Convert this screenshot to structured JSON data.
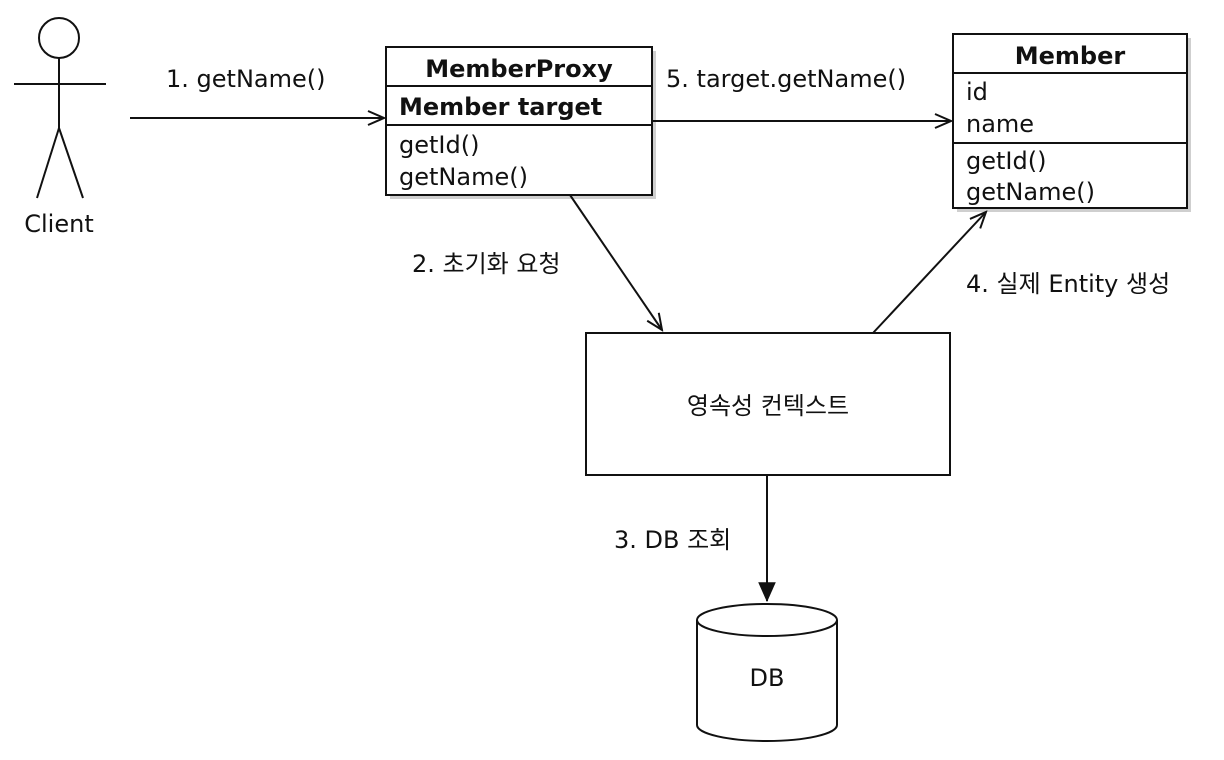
{
  "actor": {
    "label": "Client"
  },
  "proxy": {
    "title": "MemberProxy",
    "field": "Member target",
    "methods": [
      "getId()",
      "getName()"
    ]
  },
  "member": {
    "title": "Member",
    "fields": [
      "id",
      "name"
    ],
    "methods": [
      "getId()",
      "getName()"
    ]
  },
  "context": {
    "label": "영속성 컨텍스트"
  },
  "db": {
    "label": "DB"
  },
  "steps": {
    "s1": "1. getName()",
    "s2": "2. 초기화 요청",
    "s3": "3. DB 조회",
    "s4": "4. 실제 Entity 생성",
    "s5": "5. target.getName()"
  }
}
